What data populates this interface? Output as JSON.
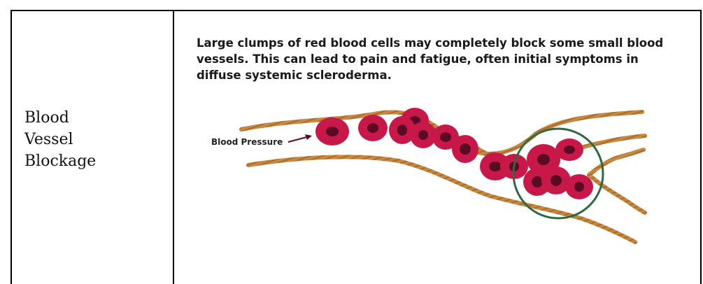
{
  "row": {
    "label_lines": [
      "Blood",
      "Vessel",
      "Blockage"
    ]
  },
  "figure": {
    "caption_lines": [
      "Large clumps of red blood cells may completely block some small blood",
      "vessels.  This can lead to  pain and fatigue, often initial symptoms in",
      "diffuse systemic scleroderma."
    ],
    "pressure_label": "Blood Pressure"
  },
  "colors": {
    "vessel": "#c8893f",
    "cell": "#c8184a",
    "cell_nucleus": "#5a0a22",
    "circle": "#2e6a41"
  }
}
